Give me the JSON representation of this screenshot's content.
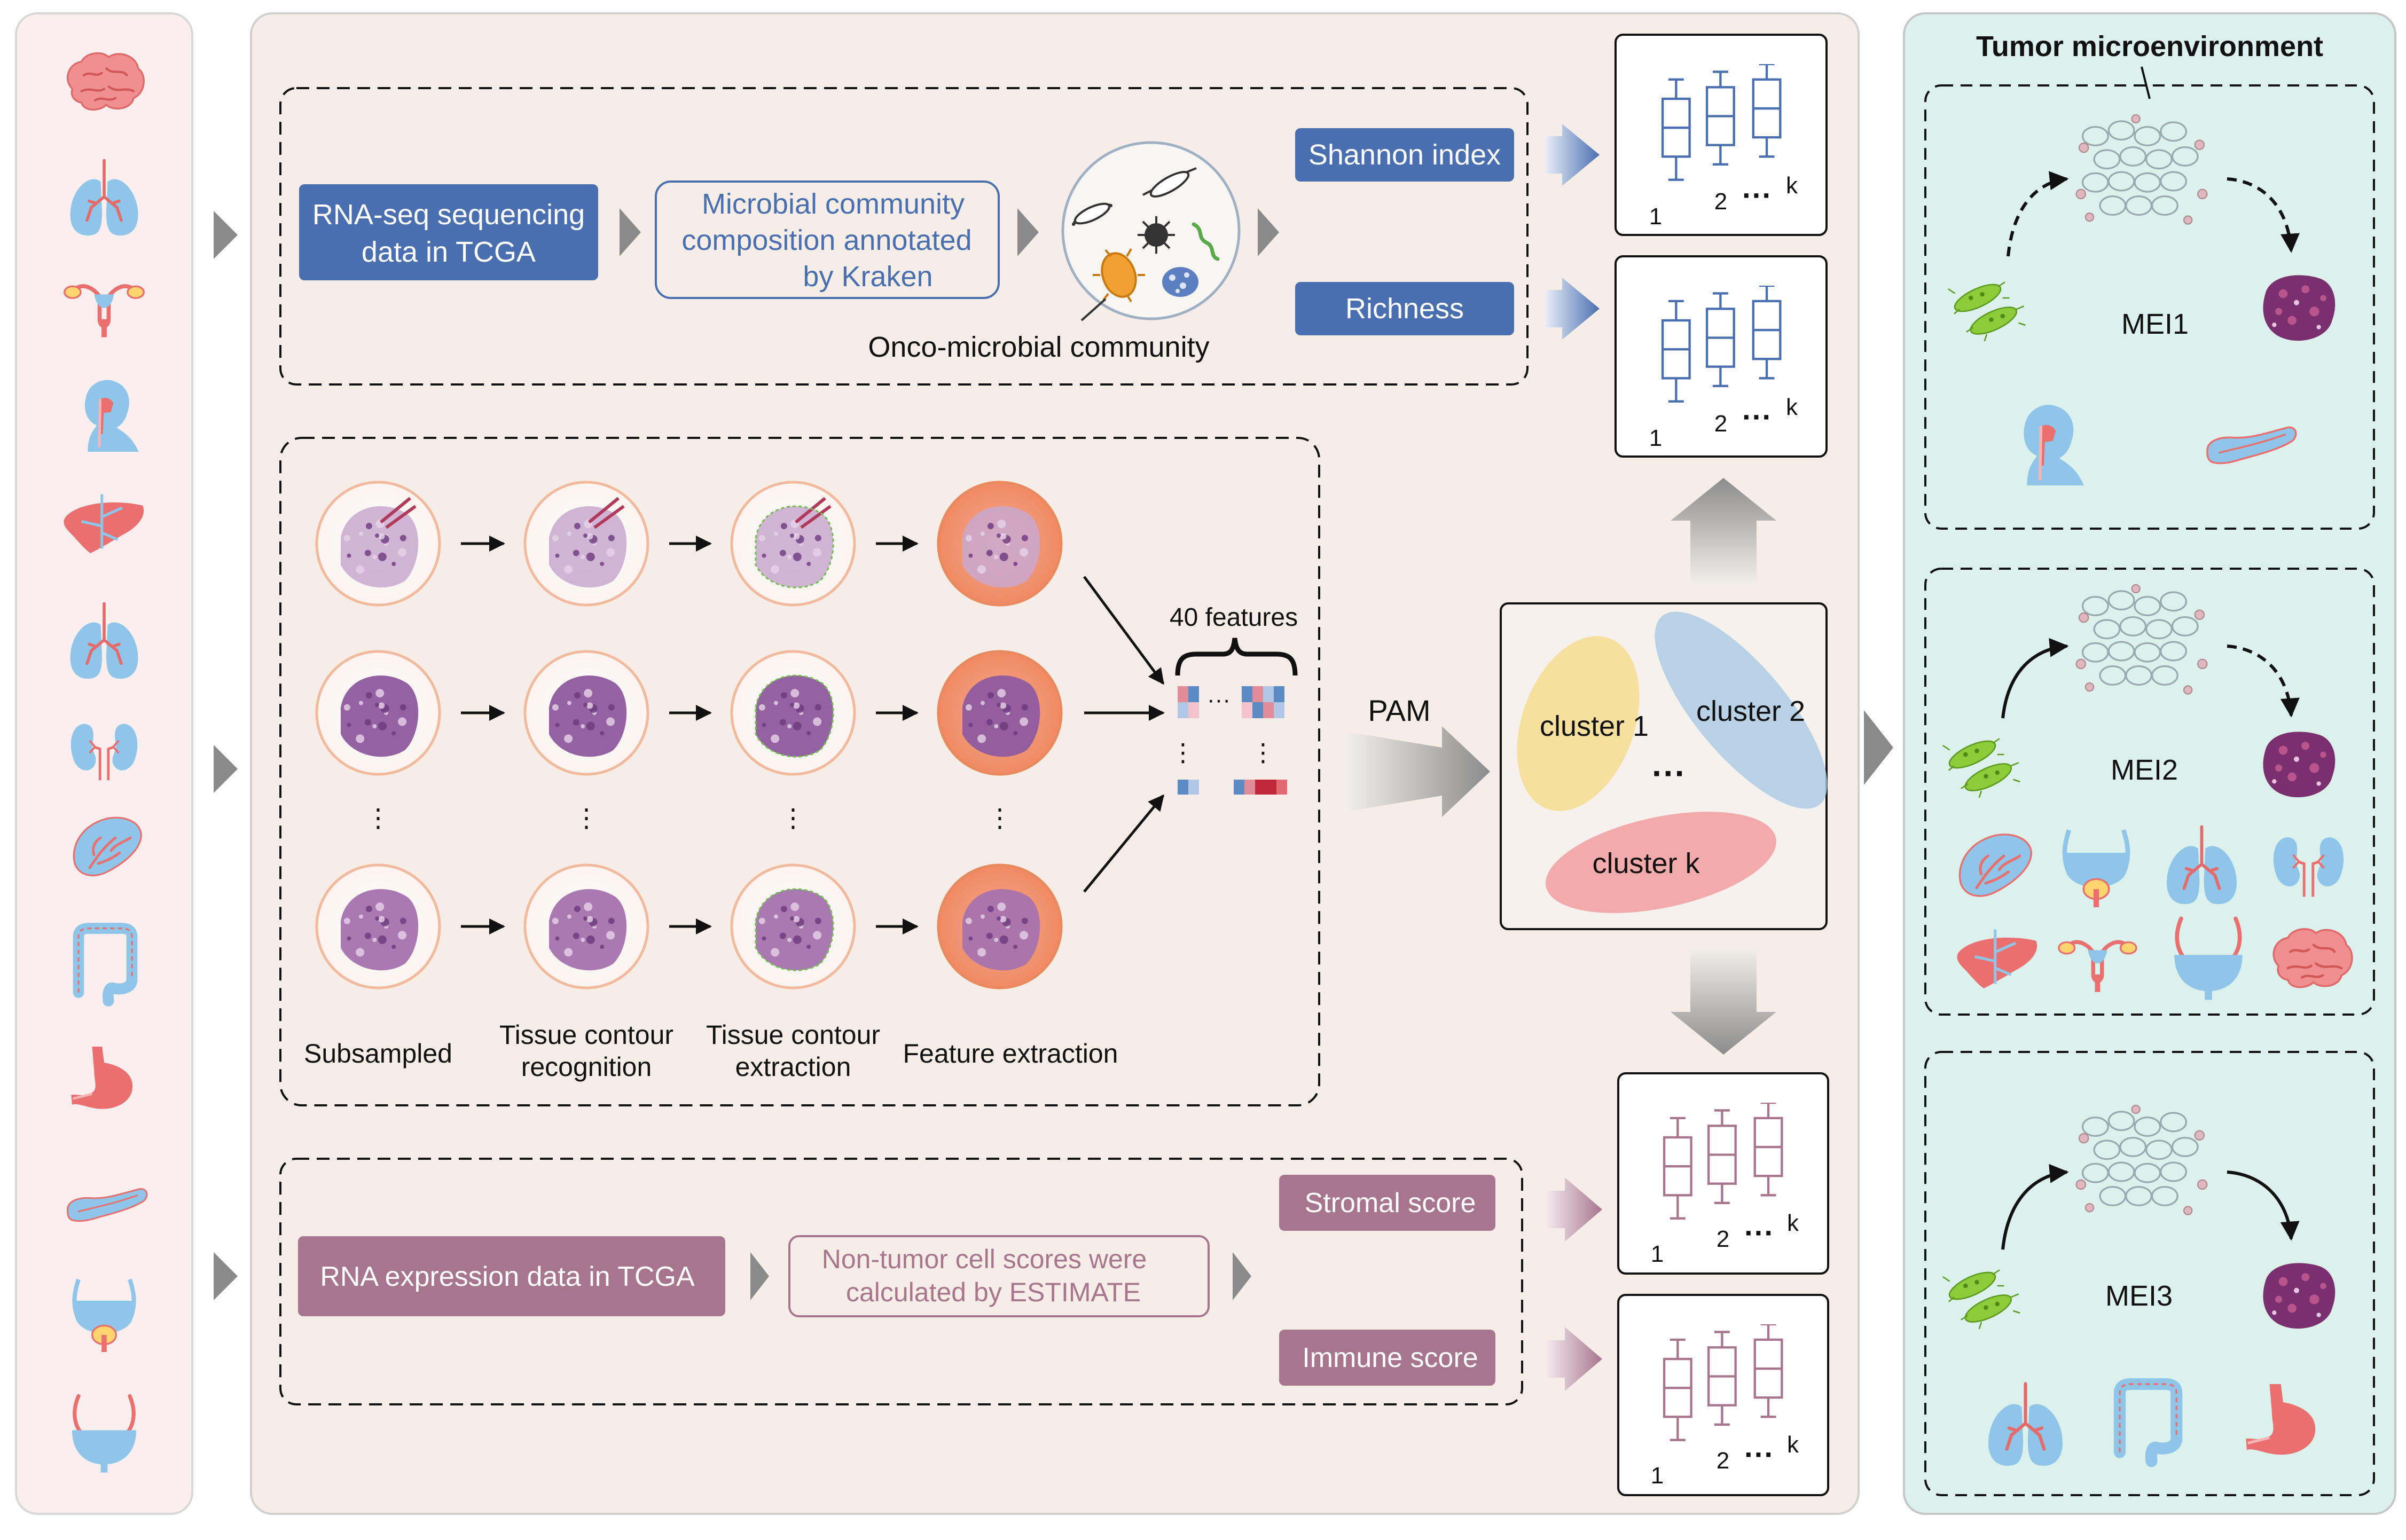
{
  "top_row": {
    "rna_seq_box": {
      "line1": "RNA-seq sequencing",
      "line2": "data in TCGA"
    },
    "microbial_box": {
      "line1": "Microbial community",
      "line2": "composition annotated",
      "line3": "by Kraken"
    },
    "community_label": "Onco-microbial community",
    "shannon_label": "Shannon index",
    "richness_label": "Richness"
  },
  "middle_row": {
    "features_label": "40 features",
    "col_labels": [
      {
        "line1": "Subsampled",
        "line2": ""
      },
      {
        "line1": "Tissue contour",
        "line2": "recognition"
      },
      {
        "line1": "Tissue contour",
        "line2": "extraction"
      },
      {
        "line1": "Feature extraction",
        "line2": ""
      }
    ],
    "vdots": "⋮",
    "hdots": "···"
  },
  "bottom_row": {
    "rna_expr_box": "RNA expression data in TCGA",
    "estimate_box": {
      "line1": "Non-tumor cell scores were",
      "line2": "calculated by ESTIMATE"
    },
    "stromal_label": "Stromal score",
    "immune_label": "Immune score"
  },
  "clustering": {
    "method_label": "PAM",
    "cluster1": "cluster 1",
    "cluster2": "cluster 2",
    "clusterk": "cluster k",
    "ellipsis": "···"
  },
  "boxplot_axis": {
    "l1": "1",
    "l2": "2",
    "lk": "k",
    "dots": "···"
  },
  "right_panel": {
    "title": "Tumor microenvironment",
    "mei1": "MEI1",
    "mei2": "MEI2",
    "mei3": "MEI3"
  },
  "colors": {
    "blue_accent": "#4a6fb0",
    "mauve_accent": "#a8758f",
    "left_panel_bg": "#faeeee",
    "main_panel_bg": "#f6eee6",
    "right_panel_bg": "#dcf1eb",
    "organ_blue": "#8ec5e8",
    "organ_red": "#ea6f6f"
  },
  "icons": [
    "brain-icon",
    "lungs-icon",
    "uterus-icon",
    "head-neck-icon",
    "liver-icon",
    "kidney-icon",
    "spleen-icon",
    "colon-icon",
    "stomach-icon",
    "pancreas-icon",
    "prostate-icon",
    "bladder-icon",
    "bacteria-icon",
    "tumor-tissue-icon",
    "cell-cluster-icon"
  ]
}
